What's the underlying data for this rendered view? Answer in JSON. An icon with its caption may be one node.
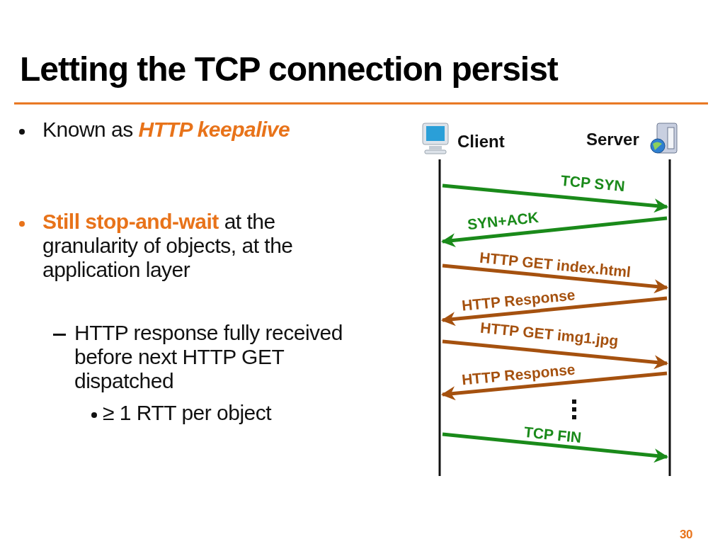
{
  "diagram": {
    "title": "Letting the TCP connection persist",
    "nodes": [
      {
        "text": [
          "Client"
        ]
      },
      {
        "text": [
          "Server"
        ]
      }
    ],
    "edges": [
      {
        "from": 0,
        "to": 1,
        "arrow": "to",
        "label": "TCP SYN",
        "color": "#1a8a1a"
      },
      {
        "from": 1,
        "to": 0,
        "arrow": "to",
        "label": "SYN+ACK",
        "color": "#1a8a1a"
      },
      {
        "from": 0,
        "to": 1,
        "arrow": "to",
        "label": "HTTP GET index.html"
      },
      {
        "from": 1,
        "to": 0,
        "arrow": "to",
        "label": "HTTP Response"
      },
      {
        "from": 0,
        "to": 1,
        "arrow": "to",
        "label": "HTTP GET img1.jpg"
      },
      {
        "from": 1,
        "to": 0,
        "arrow": "to",
        "label": "HTTP Response"
      },
      {
        "from": 0,
        "to": 1,
        "arrow": "to",
        "label": "TCP FIN",
        "color": "#1a8a1a"
      }
    ],
    "labels": [
      "Known as *HTTP keepalive*",
      "**Still stop-and-wait** at the granularity of objects, at the application layer",
      "HTTP response fully received before next HTTP GET dispatched",
      "≥ 1 RTT per object",
      "30"
    ]
  }
}
